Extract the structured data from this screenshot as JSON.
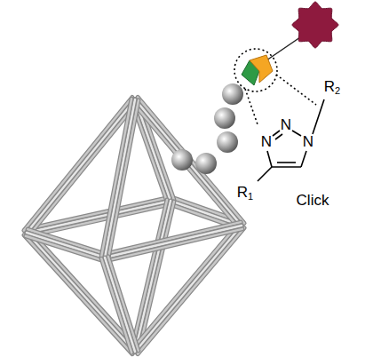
{
  "diagram": {
    "labels": [
      "R2",
      "N",
      "N",
      "N",
      "R1",
      "Click"
    ]
  }
}
